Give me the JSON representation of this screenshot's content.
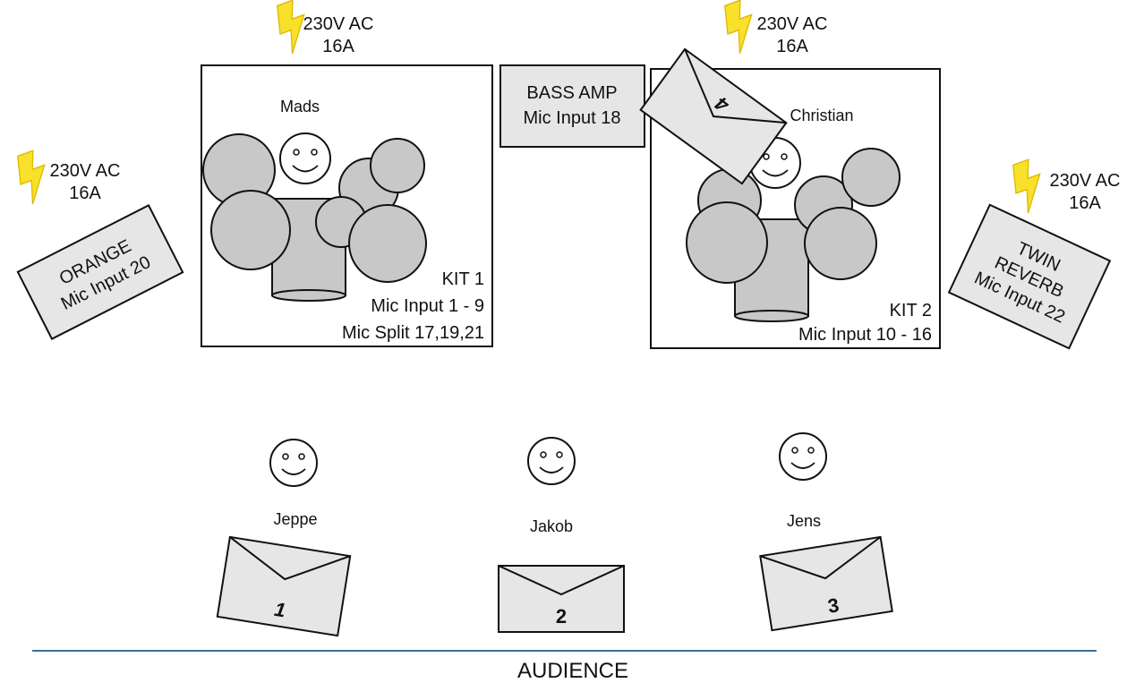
{
  "colors": {
    "bolt": "#f7e12a",
    "drum": "#c8c8c8",
    "wedge": "#e6e6e6",
    "audience_line": "#3d6e99"
  },
  "power": {
    "top_left": {
      "line1": "230V AC",
      "line2": "16A"
    },
    "top_right": {
      "line1": "230V AC",
      "line2": "16A"
    },
    "left": {
      "line1": "230V AC",
      "line2": "16A"
    },
    "right": {
      "line1": "230V AC",
      "line2": "16A"
    }
  },
  "kit1": {
    "player": "Mads",
    "title": "KIT 1",
    "line2": "Mic Input 1 - 9",
    "line3": "Mic Split 17,19,21"
  },
  "kit2": {
    "player": "Christian",
    "title": "KIT 2",
    "line2": "Mic Input 10 - 16"
  },
  "bass_amp": {
    "line1": "BASS AMP",
    "line2": "Mic Input 18"
  },
  "orange_amp": {
    "line1": "ORANGE",
    "line2": "Mic Input 20"
  },
  "twin_amp": {
    "line1": "TWIN",
    "line2": "REVERB",
    "line3": "Mic Input 22"
  },
  "players": [
    {
      "name": "Jeppe"
    },
    {
      "name": "Jakob"
    },
    {
      "name": "Jens"
    }
  ],
  "monitors": [
    "1",
    "2",
    "3",
    "4"
  ],
  "audience": "AUDIENCE",
  "icons": [
    "lightning-bolt-icon",
    "smiley-face-icon",
    "wedge-monitor-icon",
    "drum-icon"
  ]
}
